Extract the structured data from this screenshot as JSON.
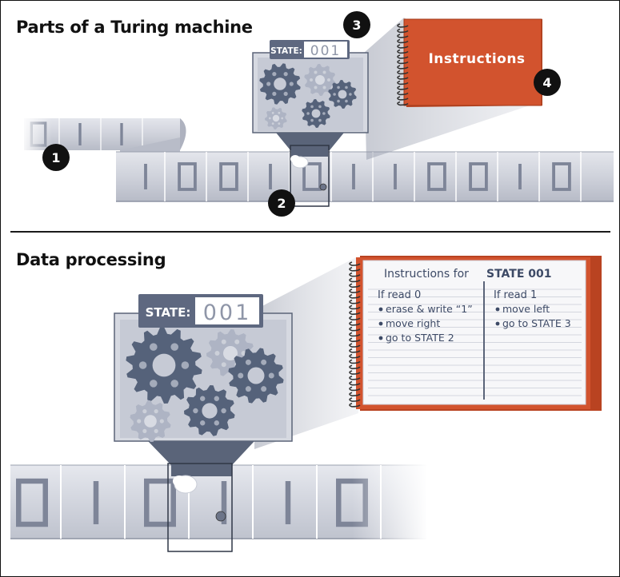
{
  "panel_top": {
    "title": "Parts of a Turing machine",
    "state_label": "STATE:",
    "state_value": "001",
    "book_title": "Instructions",
    "callouts": [
      "1",
      "2",
      "3",
      "4"
    ],
    "tape_symbols": [
      "1",
      "0",
      "0",
      "1",
      "0",
      "1",
      "1",
      "0",
      "0",
      "1",
      "0"
    ],
    "tape_left_symbols": [
      "0",
      "1",
      "1"
    ]
  },
  "panel_bottom": {
    "title": "Data processing",
    "state_label": "STATE:",
    "state_value": "001",
    "tape_symbols": [
      "0",
      "1",
      "0",
      "1",
      "1",
      "0"
    ],
    "instructions": {
      "header_text": "Instructions for",
      "header_state": "STATE 001",
      "col0_heading": "If read 0",
      "col0_items": [
        "erase & write “1”",
        "move right",
        "go to STATE 2"
      ],
      "col1_heading": "If read 1",
      "col1_items": [
        "move left",
        "go to STATE 3"
      ]
    }
  },
  "colors": {
    "book_red": "#d2532e",
    "gear_dark": "#55627a",
    "gear_light": "#aeb4c4",
    "tape_gray": "#c9ccd6",
    "symbol_gray": "#7e8598",
    "callout": "#111111"
  }
}
